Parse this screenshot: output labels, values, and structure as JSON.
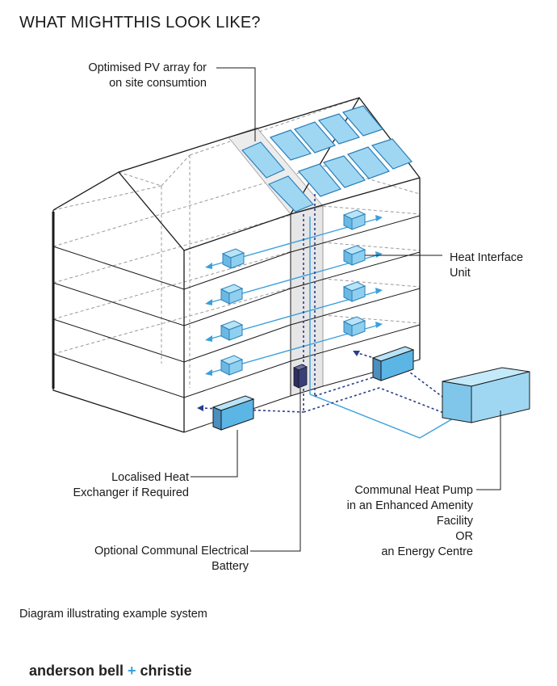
{
  "title": "WHAT MIGHTTHIS LOOK LIKE?",
  "labels": {
    "pv_line1": "Optimised PV array for",
    "pv_line2": "on site consumtion",
    "hiu_line1": "Heat Interface",
    "hiu_line2": "Unit",
    "hex_line1": "Localised Heat",
    "hex_line2": "Exchanger if Required",
    "battery_line1": "Optional Communal Electrical",
    "battery_line2": "Battery",
    "pump_line1": "Communal Heat Pump",
    "pump_line2": "in an Enhanced Amenity",
    "pump_line3": "Facility",
    "pump_line4": "OR",
    "pump_line5": "an Energy Centre"
  },
  "caption": "Diagram illustrating example system",
  "logo": {
    "part1": "anderson bell ",
    "plus": "+",
    "part2": " christie"
  },
  "colors": {
    "accent_blue": "#3aa0dc",
    "dark_blue_dashed": "#2a3e8c",
    "panel_fill": "#8fd0f0",
    "unit_fill": "#7fc6ea",
    "battery_fill": "#3a3f7a",
    "line": "#1a1a1a"
  }
}
